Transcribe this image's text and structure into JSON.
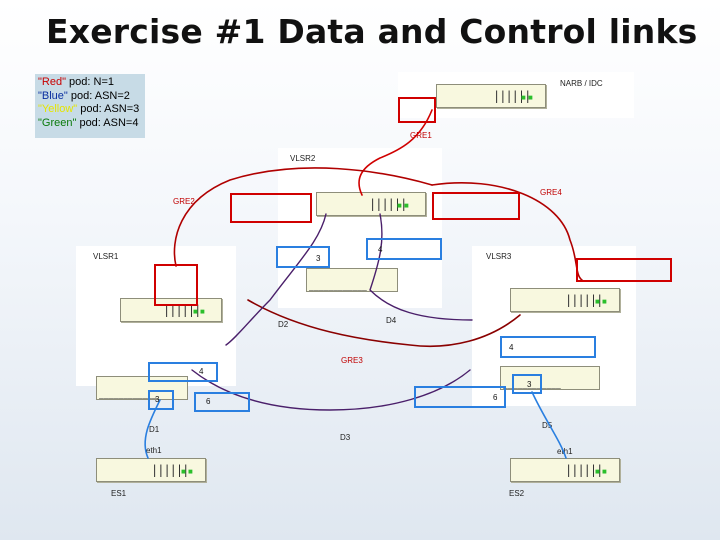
{
  "title": "Exercise #1 Data and Control links",
  "legend": [
    {
      "name": "\"Red\"",
      "rest": " pod: N=1"
    },
    {
      "name": "\"Blue\"",
      "rest": " pod: ASN=2"
    },
    {
      "name": "\"Yellow\"",
      "rest": " pod: ASN=3"
    },
    {
      "name": "\"Green\"",
      "rest": " pod: ASN=4"
    }
  ],
  "nodes": {
    "narb": "NARB / IDC",
    "vlsr1": "VLSR1",
    "vlsr2": "VLSR2",
    "vlsr3": "VLSR3",
    "es1": "ES1",
    "es2": "ES2",
    "eth1_left": "eth1",
    "eth1_right": "eth1"
  },
  "links": {
    "gre1": "GRE1",
    "gre2": "GRE2",
    "gre3": "GRE3",
    "gre4": "GRE4",
    "d1": "D1",
    "d2": "D2",
    "d3": "D3",
    "d4": "D4",
    "d5": "D5"
  },
  "ports": {
    "vlsr2_left_3": "3",
    "vlsr2_right_4": "4",
    "vlsr3_top_4": "4",
    "vlsr3_3": "3",
    "vlsr3_6": "6",
    "vlsr1_4": "4",
    "vlsr1_3": "3",
    "vlsr1_6": "6"
  },
  "device_glyphs": {
    "ports": "||||||",
    "leds": "■ ■",
    "switch_rows": "■■■■■■■■■■■■"
  }
}
